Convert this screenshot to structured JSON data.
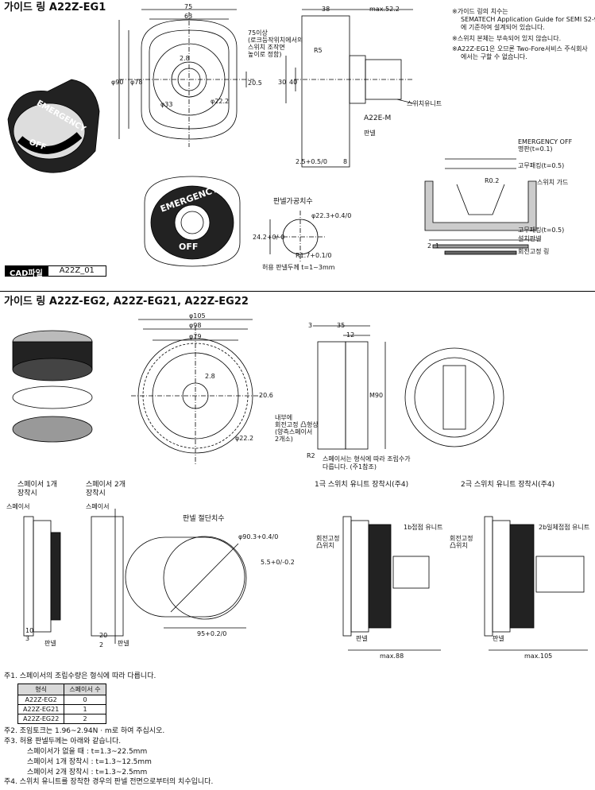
{
  "section1": {
    "title": "가이드 링   A22Z-EG1",
    "dims_top": [
      "75",
      "63",
      "2.8",
      "20.5",
      "φ90",
      "φ78",
      "φ33",
      "φ22.2"
    ],
    "note_rotation": [
      "75이상",
      "(로크등작위치에서의",
      "스위치 조작면",
      "높이로 정함)"
    ],
    "side_dims": [
      "38",
      "max.52.2",
      "R5",
      "30",
      "40",
      "2.5+0.5/0",
      "8"
    ],
    "side_labels": [
      "스위치유니트",
      "A22E-M",
      "판넬"
    ],
    "notes": [
      "※가이드 링의 치수는",
      "SEMATECH Application Guide for SEMI S2-93",
      "에 기준하여 설계되어 있습니다.",
      "※스위치 본체는 부속되어 있지 않습니다.",
      "※A22Z-EG1은 오므론 Two-Fore서비스 주식회사",
      "에서는 구할 수 없습니다."
    ],
    "panel_cut": {
      "title": "판넬가공치수",
      "d1": "φ22.3+0.4/0",
      "d2": "24.2+0/-0",
      "r": "R1.7+0.1/0",
      "thickness": "허용 판넬두께 t=1~3mm"
    },
    "exploded_labels": [
      "EMERGENCY OFF",
      "명판(t=0.1)",
      "고무패킹(t=0.5)",
      "R0.2",
      "스위치 가드",
      "고무패킹(t=0.5)",
      "설치판넬",
      "회전고정 링",
      "2",
      "1"
    ],
    "emergency_top": "EMERGENCY",
    "emergency_bottom": "OFF",
    "cad": {
      "label": "CAD파일",
      "value": "A22Z_01"
    }
  },
  "section2": {
    "title": "가이드 링   A22Z-EG2, A22Z-EG21, A22Z-EG22",
    "dims": [
      "φ105",
      "φ98",
      "φ79",
      "2.8",
      "20.6",
      "φ22.2",
      "3",
      "35",
      "12",
      "M90",
      "R2"
    ],
    "labels": [
      "내부에",
      "회전고정 凸형상",
      "(양측스페이서",
      "2개소)",
      "스페이서는 형식에 따라 조립수가",
      "다릅니다. (주1참조)"
    ]
  },
  "section3": {
    "spacer1": {
      "title1": "스페이서 1개",
      "title2": "장착시",
      "label": "스페이서",
      "d1": "10",
      "d2": "3",
      "panel": "판넬"
    },
    "spacer2": {
      "title1": "스페이서 2개",
      "title2": "장착시",
      "label": "스페이서",
      "d1": "20",
      "d2": "2",
      "panel": "판넬"
    },
    "cut": {
      "title": "판넬 절단치수",
      "d1": "φ90.3+0.4/0",
      "d2": "5.5+0/-0.2",
      "d3": "95+0.2/0"
    },
    "unit1": {
      "title": "1극 스위치 유니트 장착시(주4)",
      "l1": "회전고정",
      "l2": "凸위치",
      "unit": "1b접점 유니트",
      "panel": "판넬",
      "max": "max.88"
    },
    "unit2": {
      "title": "2극 스위치 유니트 장착시(주4)",
      "l1": "회전고정",
      "l2": "凸위치",
      "unit": "2b일체접점 유니트",
      "panel": "판넬",
      "max": "max.105"
    }
  },
  "footnotes": {
    "n1": "주1. 스페이서의 조립수량은 형식에 따라 다릅니다.",
    "table_header": [
      "형식",
      "스페이서 수"
    ],
    "table_rows": [
      [
        "A22Z-EG2",
        "0"
      ],
      [
        "A22Z-EG21",
        "1"
      ],
      [
        "A22Z-EG22",
        "2"
      ]
    ],
    "n2": "주2. 조임토크는 1.96~2.94N · m로 하여 주십시오.",
    "n3": "주3. 허용 판넬두께는 아래와 같습니다.",
    "n3a": "스페이서가 없을 때  : t=1.3~22.5mm",
    "n3b": "스페이서 1개 장착시 : t=1.3~12.5mm",
    "n3c": "스페이서 2개 장착시 : t=1.3~2.5mm",
    "n4": "주4. 스위치 유니트를 장착한 경우의 판넬 전면으로부터의 치수입니다."
  }
}
